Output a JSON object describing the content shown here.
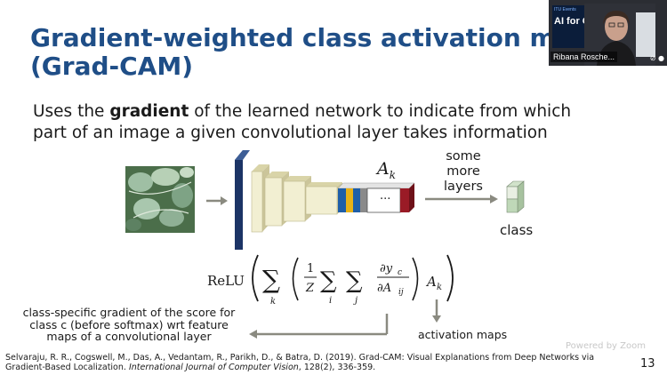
{
  "slide": {
    "title_line1": "Gradient-weighted class activation m",
    "title_line2": "(Grad-CAM)",
    "subtitle_pre": "Uses the ",
    "subtitle_bold": "gradient",
    "subtitle_post": " of the learned network to indicate from which part of an image a given convolutional layer takes information",
    "ak_label": "A",
    "ak_sub": "k",
    "dots": "...",
    "more_layers": "some more layers",
    "class_label": "class",
    "gradient_note": "class-specific gradient of the score for class c (before softmax) wrt feature maps of a convolutional layer",
    "activation_maps": "activation maps",
    "citation_pre": "Selvaraju, R. R., Cogswell, M., Das, A., Vedantam, R., Parikh, D., & Batra, D. (2019). Grad-CAM: Visual Explanations from Deep Networks via Gradient-Based Localization. ",
    "citation_journal": "International Journal of Computer Vision",
    "citation_post": ", 128(2), 336-359.",
    "page_number": "13",
    "powered_by": "Powered by Zoom"
  },
  "formula": {
    "relu": "ReLU",
    "sum_k": "k",
    "one": "1",
    "z": "Z",
    "sum_i": "i",
    "sum_j": "j",
    "partial_num": "∂y",
    "partial_num_sub": "c",
    "partial_den": "∂A",
    "partial_den_sub": "ij",
    "ak": "A",
    "ak_sub": "k"
  },
  "webcam": {
    "name": "Ribana Rosche...",
    "poster_brand": "ITU Events",
    "poster_text": "AI for Gr"
  },
  "colors": {
    "title": "#1f4e87",
    "conv_dark": "#1c3466",
    "conv_light": "#f2efd2",
    "conv_side": "#d9d4a8",
    "arrow": "#8a8a80",
    "fm_blue": "#1f5fa8",
    "fm_yellow": "#e8b217",
    "fm_gray": "#8a8a8a",
    "fm_red": "#9a1b26",
    "class_green": "#bfd8b8"
  }
}
